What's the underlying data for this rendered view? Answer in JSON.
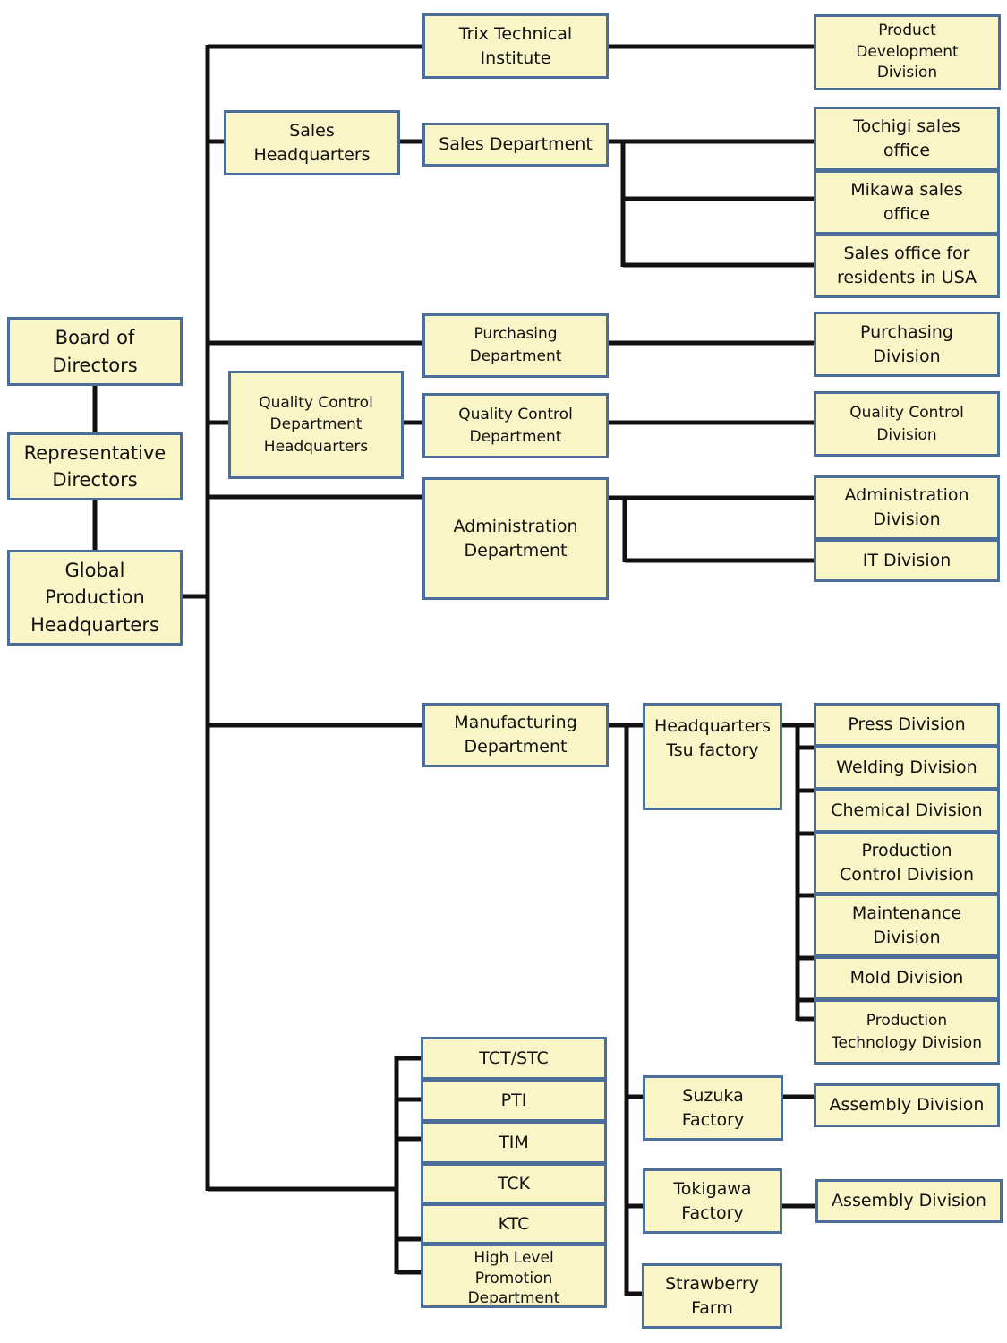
{
  "board": "Board of\nDirectors",
  "representative": "Representative\nDirectors",
  "global_hq": "Global\nProduction\nHeadquarters",
  "trix": "Trix Technical\nInstitute",
  "product_dev": "Product\nDevelopment\nDivision",
  "sales_hq": "Sales\nHeadquarters",
  "sales_dept": "Sales Department",
  "tochigi": "Tochigi sales\noffice",
  "mikawa": "Mikawa sales\noffice",
  "usa": "Sales office for\nresidents in USA",
  "purchasing_dept": "Purchasing\nDepartment",
  "purchasing_div": "Purchasing\nDivision",
  "qc_hq": "Quality Control\nDepartment\nHeadquarters",
  "qc_dept": "Quality Control\nDepartment",
  "qc_div": "Quality Control\nDivision",
  "admin_dept": "Administration\nDepartment",
  "admin_div": "Administration\nDivision",
  "it_div": "IT Division",
  "mfg_dept": "Manufacturing\nDepartment",
  "tsu": "Headquarters\nTsu factory",
  "press": "Press Division",
  "welding": "Welding Division",
  "chemical": "Chemical Division",
  "prod_control": "Production\nControl Division",
  "maintenance": "Maintenance\nDivision",
  "mold": "Mold Division",
  "prod_tech": "Production\nTechnology Division",
  "suzuka": "Suzuka\nFactory",
  "suzuka_assembly": "Assembly Division",
  "tokigawa": "Tokigawa\nFactory",
  "tokigawa_assembly": "Assembly Division",
  "strawberry": "Strawberry\nFarm",
  "tct": "TCT/STC",
  "pti": "PTI",
  "tim": "TIM",
  "tck": "TCK",
  "ktc": "KTC",
  "hlp": "High Level\nPromotion\nDepartment",
  "colors": {
    "box_fill": "#fbf6c8",
    "box_border": "#4a6d99",
    "line": "#111111"
  }
}
